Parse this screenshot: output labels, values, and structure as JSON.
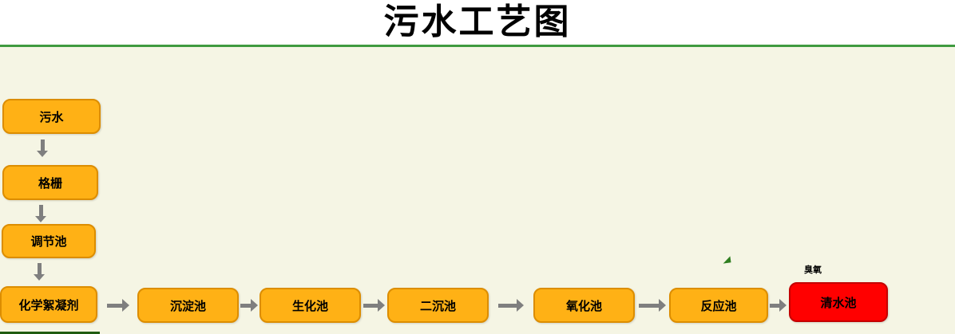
{
  "title": "污水工艺图",
  "diagram": {
    "pre_chain": [
      {
        "label": "污水"
      },
      {
        "label": "格栅"
      },
      {
        "label": "调节池"
      }
    ],
    "main_chain": [
      {
        "label": "化学絮凝剂"
      },
      {
        "label": "沉淀池"
      },
      {
        "label": "生化池"
      },
      {
        "label": "二沉池"
      },
      {
        "label": "氧化池"
      },
      {
        "label": "反应池"
      },
      {
        "label": "清水池"
      }
    ],
    "annotation_label": "臭氧"
  },
  "colors": {
    "node_fill": "#FFB115",
    "node_border": "#DC8D00",
    "final_fill": "#FF0000",
    "divider_green": "#3F9B40",
    "canvas_bg": "#F5F5E4",
    "arrow_gray": "#7F7F7F",
    "bottom_line": "#1F5C10"
  }
}
